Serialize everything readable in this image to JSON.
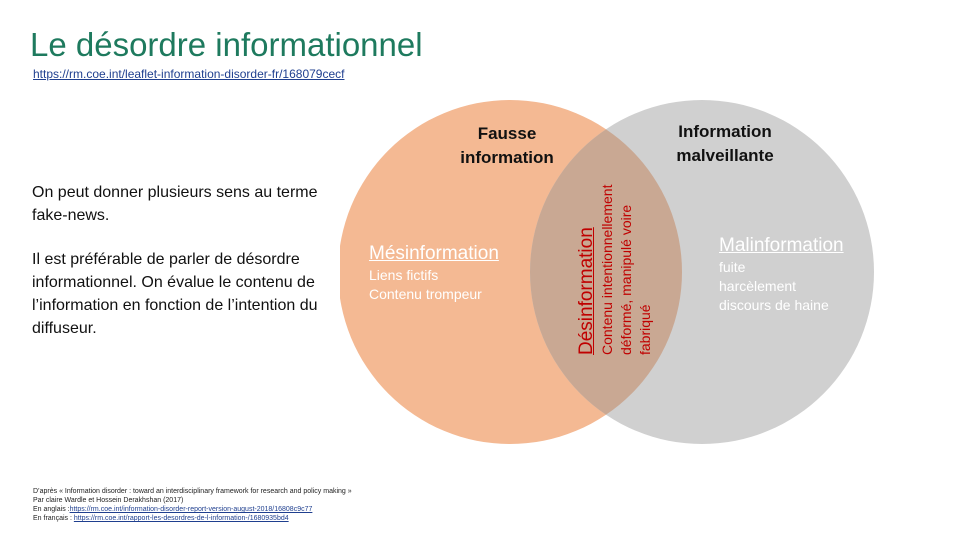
{
  "slide": {
    "title": "Le désordre informationnel",
    "link": "https://rm.coe.int/leaflet-information-disorder-fr/168079cecf"
  },
  "text": {
    "p1": "On peut donner plusieurs sens au terme fake-news.",
    "p2": "Il est préférable de parler de désordre informationnel. On évalue le contenu de l’information en fonction de l’intention du diffuseur."
  },
  "venn": {
    "left_heading": "Fausse information",
    "right_heading": "Information malveillante",
    "left": {
      "title": "Mésinformation",
      "items": [
        "Liens fictifs",
        "Contenu trompeur"
      ]
    },
    "right": {
      "title": "Malinformation",
      "items": [
        "fuite",
        "harcèlement",
        "discours de haine"
      ]
    },
    "center": {
      "title": "Désinformation",
      "lines": [
        "Contenu intentionnellement",
        "déformé, manipulé voire",
        "fabriqué"
      ]
    },
    "colors": {
      "left": "#f4b993",
      "right": "#d0d0d0",
      "overlap": "#c9a893",
      "center_text": "#c00000"
    }
  },
  "references": {
    "line1": "D’après « Information disorder : toward an interdisciplinary framework for research and policy making »",
    "line2": "Par claire Wardle et Hossein Derakhshan (2017)",
    "line3_prefix": "En anglais :",
    "line3_link": "https://rm.coe.int/information-disorder-report-version-august-2018/16808c9c77",
    "line4_prefix": "En français : ",
    "line4_link": "https://rm.coe.int/rapport-les-desordres-de-l-information-/1680935bd4"
  }
}
